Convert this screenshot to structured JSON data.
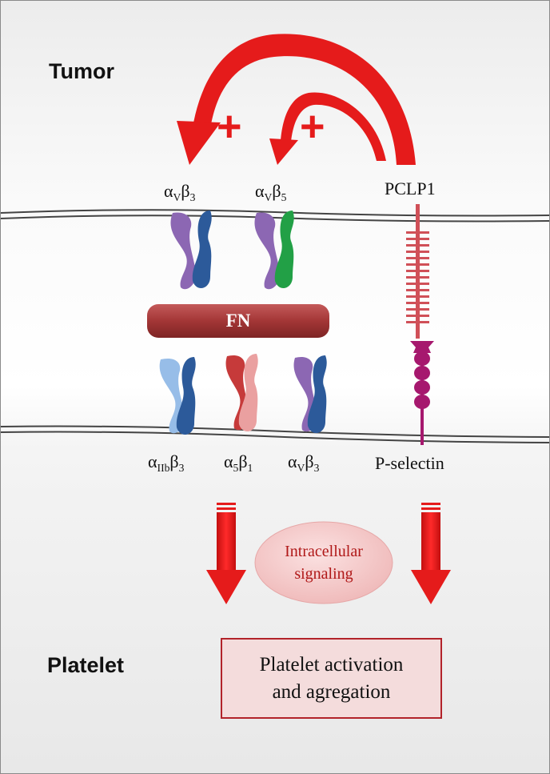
{
  "labels": {
    "tumor": "Tumor",
    "platelet": "Platelet",
    "pclp1": "PCLP1",
    "p_selectin": "P-selectin",
    "fn": "FN",
    "plus": "+"
  },
  "tumor_integrins": [
    {
      "alpha_sub": "V",
      "beta_sub": "3"
    },
    {
      "alpha_sub": "V",
      "beta_sub": "5"
    }
  ],
  "platelet_integrins": [
    {
      "alpha_sub": "IIb",
      "beta_sub": "3"
    },
    {
      "alpha_sub": "5",
      "beta_sub": "1"
    },
    {
      "alpha_sub": "V",
      "beta_sub": "3"
    }
  ],
  "symbols": {
    "alpha": "α",
    "beta": "β"
  },
  "signaling": {
    "line1": "Intracellular",
    "line2": "signaling"
  },
  "outcome": {
    "line1": "Platelet activation",
    "line2": "and agregation"
  },
  "colors": {
    "arrow_red": "#e51b1b",
    "fn_fill": "#a73b3b",
    "signal_fill": "#f2c9c9",
    "box_border": "#b2232a",
    "psel_purple": "#a6186e",
    "pclp1_red": "#d05058",
    "alpha_v": "#8c67b3",
    "beta_3": "#2c5a9a",
    "beta_5": "#22a046",
    "alpha_iib": "#97bde8",
    "alpha_5": "#c63a3a",
    "beta_1": "#eaa0a0"
  }
}
